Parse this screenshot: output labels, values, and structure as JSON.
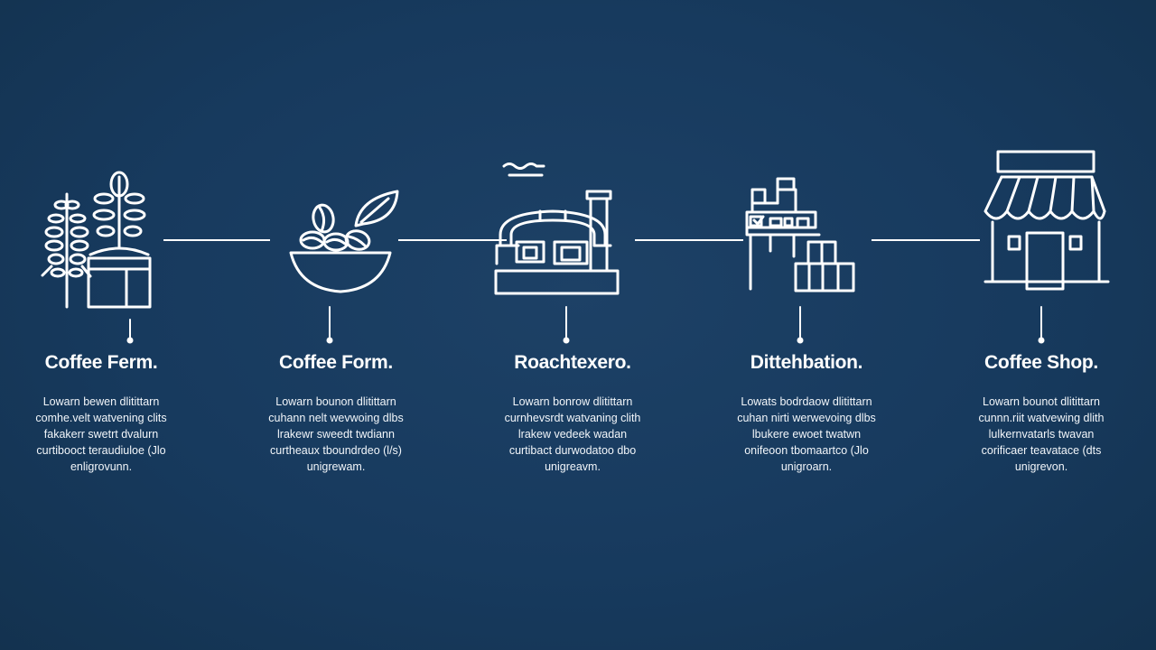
{
  "colors": {
    "background": "#173a5e",
    "foreground": "#ffffff"
  },
  "stages": [
    {
      "title": "Coffee Ferm.",
      "icon": "coffee-plant-icon",
      "description": "Lowarn  bewen  dlitittarn\ncomhe.velt  watvening  clits\nfakakerr swetrt  dvalurn\ncurtibooct  teraudiuloe  (Jlo\nenligrovunn."
    },
    {
      "title": "Coffee Form.",
      "icon": "coffee-beans-bowl-icon",
      "description": "Lowarn  bounon  dlitittarn\ncuhann  nelt  wevwoing  dlbs\nlrakewr sweedt  twdiann\ncurtheaux  tboundrdeo  (l/s)\nunigrewam."
    },
    {
      "title": "Roachtexero.",
      "icon": "roastery-icon",
      "description": "Lowarn  bonrow  dlitittarn\ncurnhevsrdt  watvaning  clith\nlrakew vedeek  wadan\ncurtibact  durwodatoo  dbo\nunigreavm."
    },
    {
      "title": "Dittehbation.",
      "icon": "distribution-icon",
      "description": "Lowats  bodrdaow  dlitittarn\ncuhan  nirti  werwevoing  dlbs\nlbukere ewoet  twatwn\nonifeoon  tbomaartco  (Jlo\nunigroarn."
    },
    {
      "title": "Coffee Shop.",
      "icon": "coffee-shop-icon",
      "description": "Lowarn  bounot  dlitittarn\ncunnn.riit  watvewing  dlith\nlulkernvatarls  twavan\ncorificaer  teavatace  (dts\nunigrevon."
    }
  ]
}
